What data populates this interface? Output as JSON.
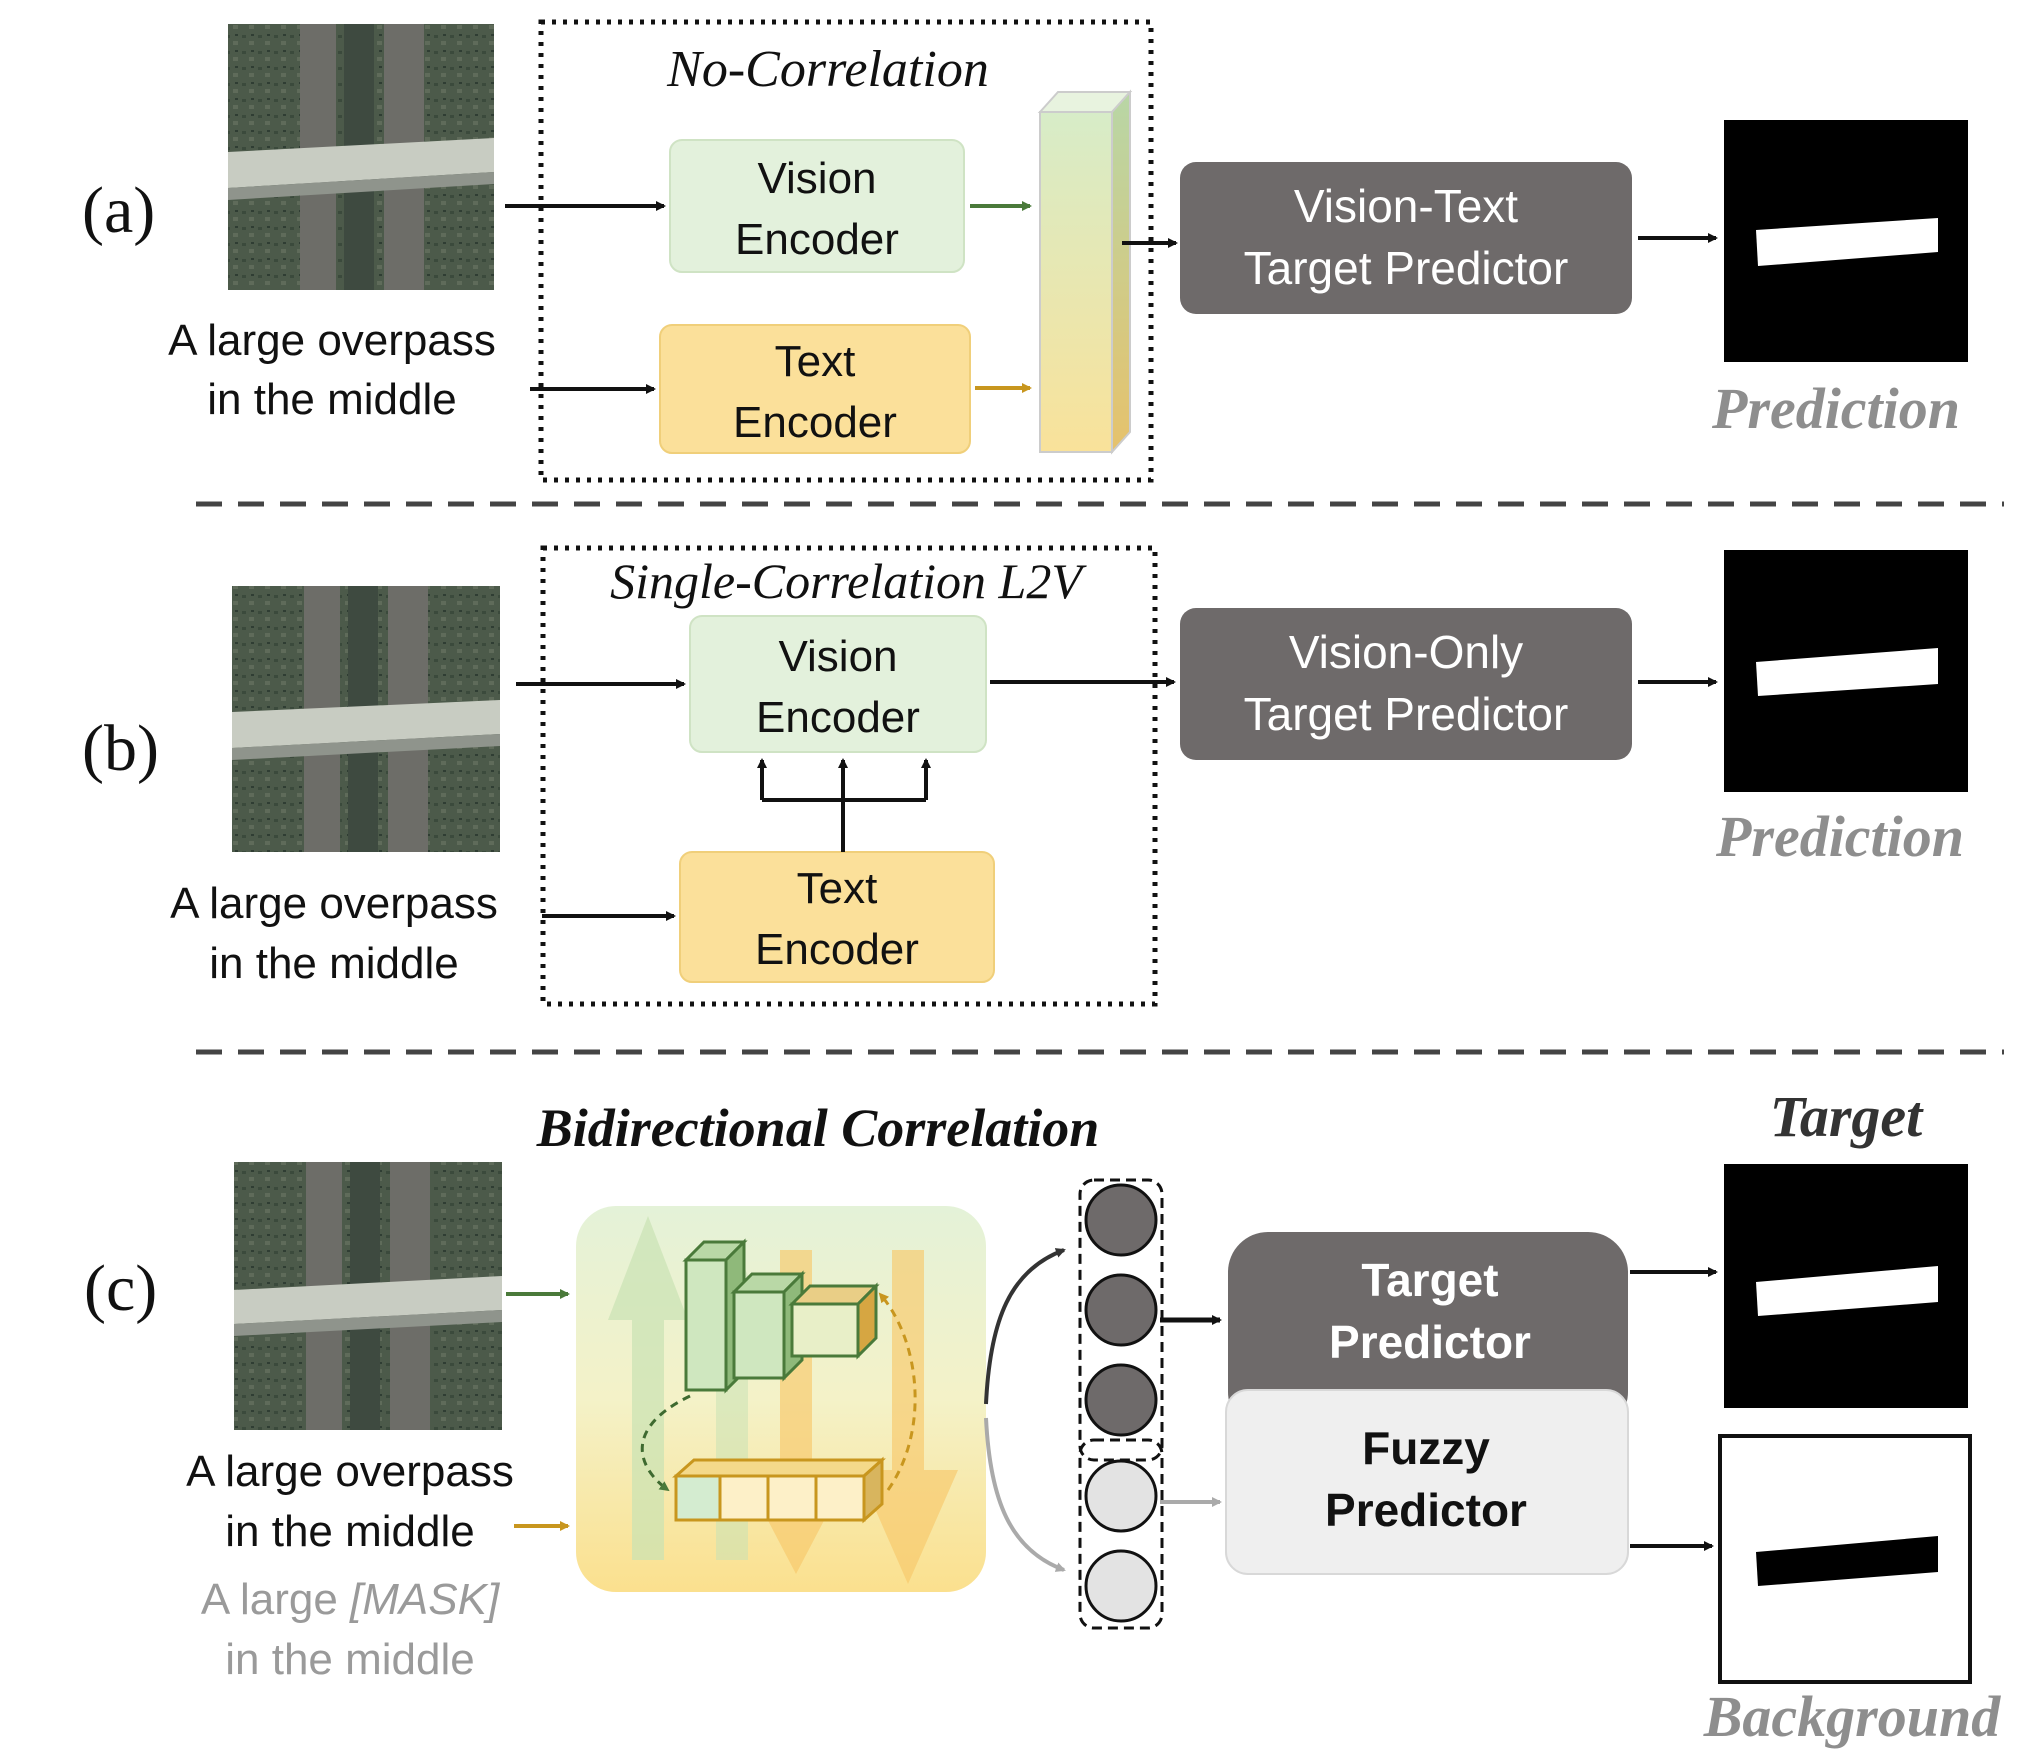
{
  "panel_a": {
    "label": "(a)",
    "title": "No-Correlation",
    "caption_line1": "A large overpass",
    "caption_line2": "in the middle",
    "vision_encoder_line1": "Vision",
    "vision_encoder_line2": "Encoder",
    "text_encoder_line1": "Text",
    "text_encoder_line2": "Encoder",
    "predictor_line1": "Vision-Text",
    "predictor_line2": "Target Predictor",
    "output_label": "Prediction"
  },
  "panel_b": {
    "label": "(b)",
    "title": "Single-Correlation L2V",
    "caption_line1": "A large overpass",
    "caption_line2": "in the middle",
    "vision_encoder_line1": "Vision",
    "vision_encoder_line2": "Encoder",
    "text_encoder_line1": "Text",
    "text_encoder_line2": "Encoder",
    "predictor_line1": "Vision-Only",
    "predictor_line2": "Target Predictor",
    "output_label": "Prediction"
  },
  "panel_c": {
    "label": "(c)",
    "title": "Bidirectional Correlation",
    "caption_line1": "A large overpass",
    "caption_line2": "in the middle",
    "masked_caption_line1_prefix": "A large ",
    "masked_caption_token": "[MASK]",
    "masked_caption_line2": "in the middle",
    "target_predictor_line1": "Target",
    "target_predictor_line2": "Predictor",
    "fuzzy_predictor_line1": "Fuzzy",
    "fuzzy_predictor_line2": "Predictor",
    "target_output_label": "Target",
    "background_output_label": "Background"
  },
  "colors": {
    "vision_fill": "#e3f1dc",
    "text_fill": "#fbe09a",
    "predictor_dark": "#6e6a6a",
    "predictor_light": "#efefef",
    "arrow_green": "#4a7a3a",
    "arrow_gold": "#c8961e",
    "caption_masked": "#9a9a9a"
  }
}
